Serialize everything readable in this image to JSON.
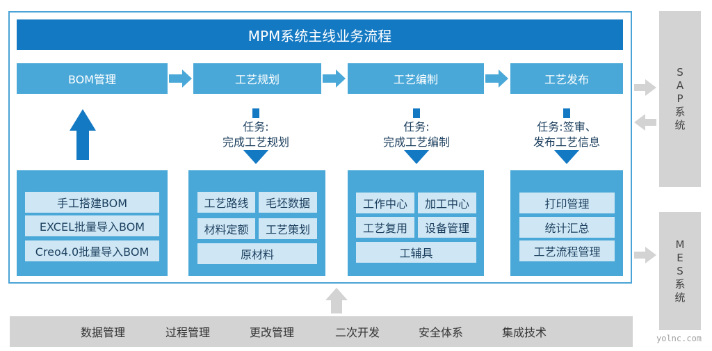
{
  "title": "MPM系统主线业务流程",
  "stages": [
    "BOM管理",
    "工艺规划",
    "工艺编制",
    "工艺发布"
  ],
  "tasks": {
    "plan": [
      "任务:",
      "完成工艺规划"
    ],
    "compile": [
      "任务:",
      "完成工艺编制"
    ],
    "publish": [
      "任务:签审、",
      "发布工艺信息"
    ]
  },
  "bom_panel": [
    "手工搭建BOM",
    "EXCEL批量导入BOM",
    "Creo4.0批量导入BOM"
  ],
  "plan_panel": [
    "工艺路线",
    "毛坯数据",
    "材料定额",
    "工艺策划",
    "原材料"
  ],
  "compile_panel": [
    "工作中心",
    "加工中心",
    "工艺复用",
    "设备管理",
    "工辅具"
  ],
  "publish_panel": [
    "打印管理",
    "统计汇总",
    "工艺流程管理"
  ],
  "sap": [
    "S",
    "A",
    "P",
    "系",
    "统"
  ],
  "mes": [
    "M",
    "E",
    "S",
    "系",
    "统"
  ],
  "bottom": [
    "数据管理",
    "过程管理",
    "更改管理",
    "二次开发",
    "安全体系",
    "集成技术"
  ],
  "watermark": "yolnc.com",
  "colors": {
    "title_bg": "#1479c3",
    "stage_bg": "#4aa8d8",
    "cell_bg": "#cfe7f5",
    "arrow": "#1479c3",
    "gray": "#d3d3d3"
  }
}
